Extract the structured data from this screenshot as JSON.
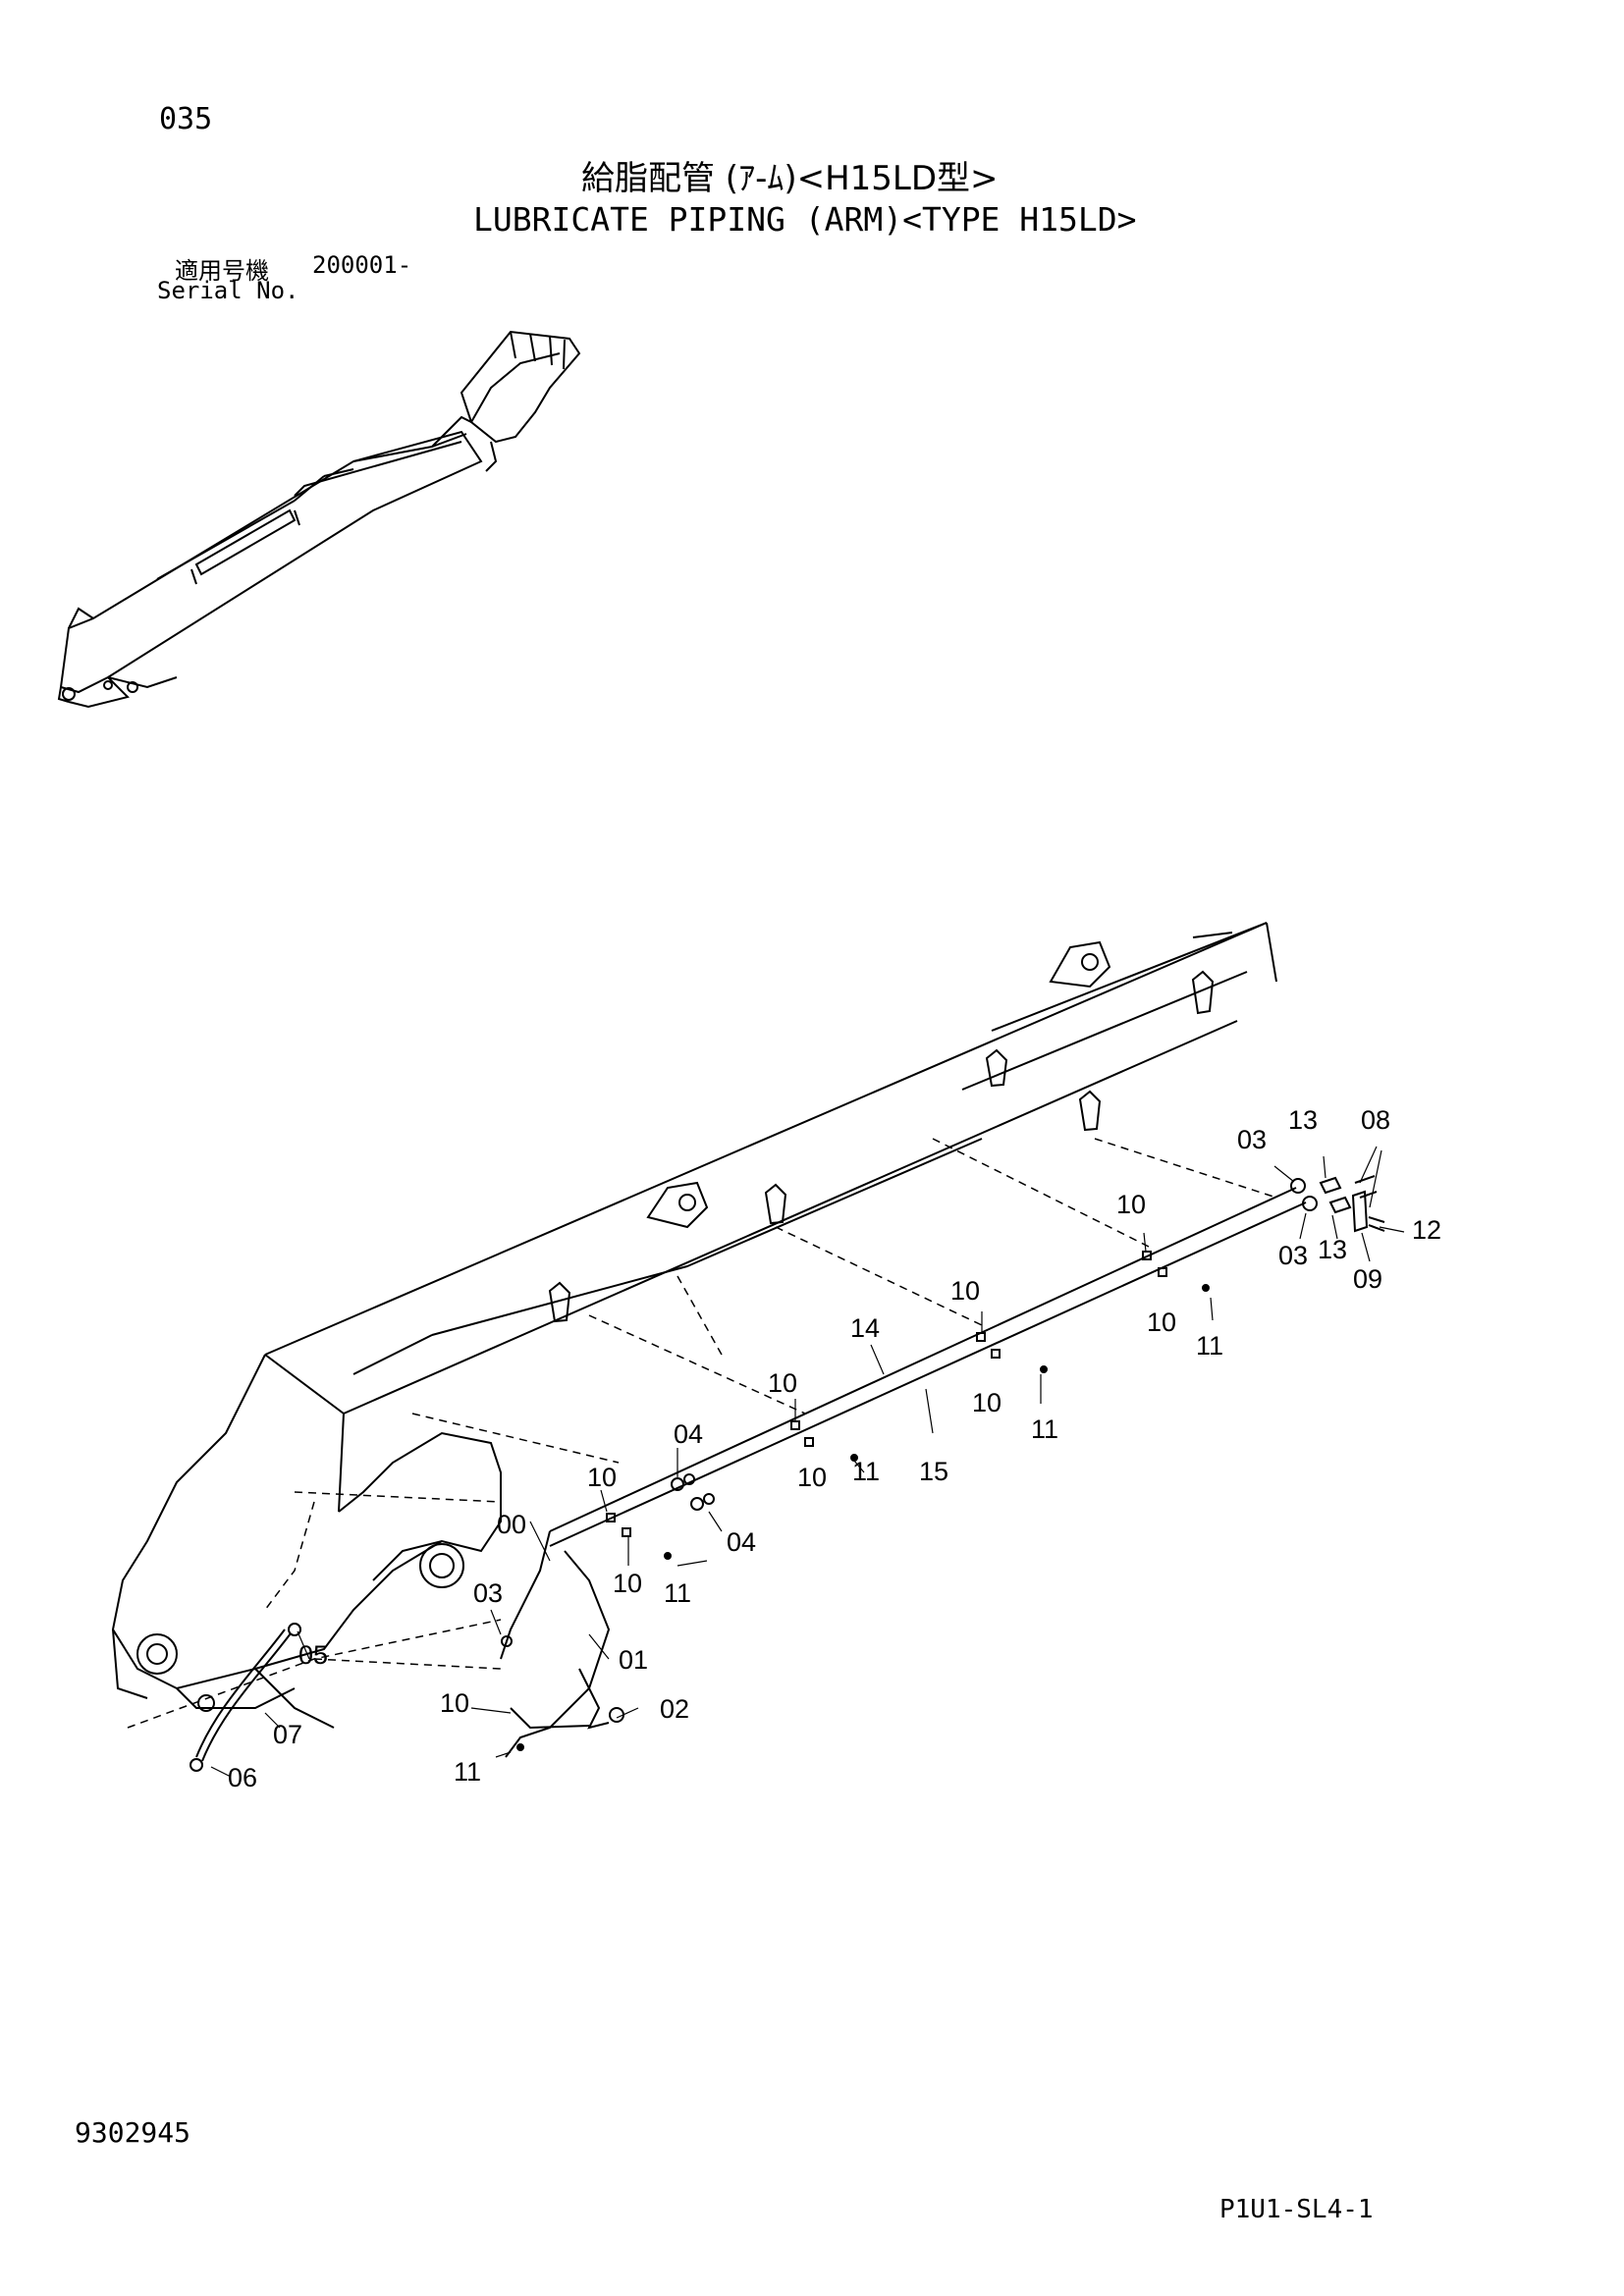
{
  "header": {
    "page_number": "035",
    "title_jp": "給脂配管 (ｱ-ﾑ)<H15LD型>",
    "title_en": "LUBRICATE PIPING (ARM)<TYPE H15LD>",
    "serial_label_jp": "適用号機",
    "serial_value": "200001-",
    "serial_label_en": "Serial No."
  },
  "footer": {
    "drawing_number": "9302945",
    "sheet_code": "P1U1-SL4-1"
  },
  "callouts": [
    "03",
    "13",
    "08",
    "12",
    "03",
    "13",
    "09",
    "10",
    "10",
    "11",
    "10",
    "14",
    "10",
    "11",
    "10",
    "10",
    "11",
    "15",
    "04",
    "10",
    "04",
    "00",
    "10",
    "11",
    "03",
    "01",
    "05",
    "10",
    "02",
    "07",
    "11",
    "06"
  ]
}
